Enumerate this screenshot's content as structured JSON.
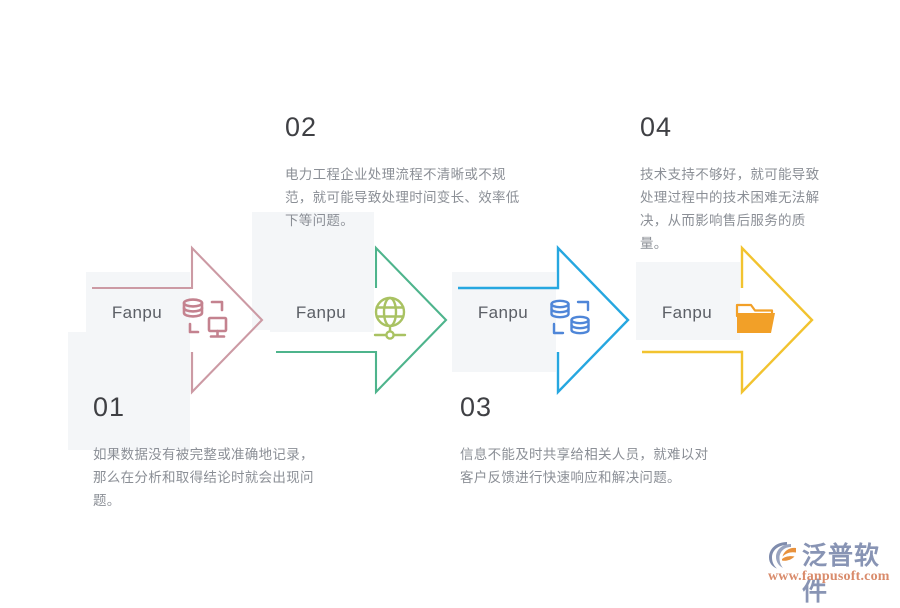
{
  "page": {
    "background": "#ffffff",
    "brand_label": "Fanpu"
  },
  "steps": [
    {
      "number": "01",
      "brand": "Fanpu",
      "icon": "database-monitor-icon",
      "color": "#cc9aa4",
      "icon_color": "#c4828f",
      "notch": "top",
      "description": "如果数据没有被完整或准确地记录，那么在分析和取得结论时就会出现问题。"
    },
    {
      "number": "02",
      "brand": "Fanpu",
      "icon": "globe-network-icon",
      "color": "#4eb48c",
      "icon_color": "#a9c262",
      "notch": "bottom",
      "description": "电力工程企业处理流程不清晰或不规范，就可能导致处理时间变长、效率低下等问题。"
    },
    {
      "number": "03",
      "brand": "Fanpu",
      "icon": "database-stack-icon",
      "color": "#26a7e0",
      "icon_color": "#4f86d8",
      "notch": "top",
      "description": "信息不能及时共享给相关人员，就难以对客户反馈进行快速响应和解决问题。"
    },
    {
      "number": "04",
      "brand": "Fanpu",
      "icon": "folder-open-icon",
      "color": "#f2c32f",
      "icon_color": "#f2a028",
      "notch": "bottom",
      "description": "技术支持不够好，就可能导致处理过程中的技术困难无法解决，从而影响售后服务的质量。"
    }
  ],
  "logo": {
    "name": "泛普软件",
    "url": "www.fanpusoft.com",
    "mark": "fanpu-logo-mark",
    "text_color": "#8894b4",
    "url_color": "#d98b6b",
    "accent_color": "#e8913c"
  }
}
